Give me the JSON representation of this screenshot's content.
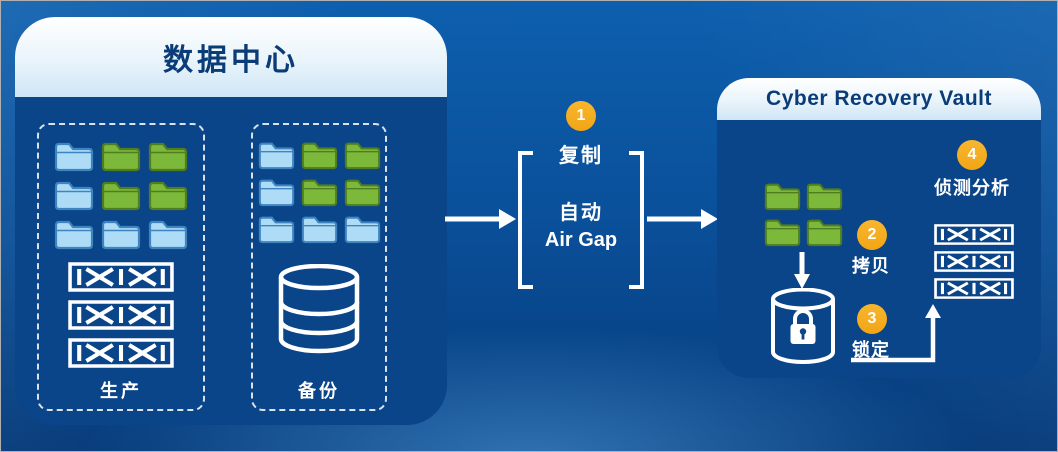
{
  "colors": {
    "background_top": "#0d5fae",
    "background_bottom": "#063b7a",
    "panel_body": "#0a4489",
    "header_text": "#0a3c78",
    "accent_orange": "#f2a516",
    "folder_blue": "#aedcf7",
    "folder_blue_border": "#3e85c0",
    "folder_green": "#7cb93a",
    "folder_green_border": "#4f7d1f",
    "line_white": "#ffffff"
  },
  "datacenter": {
    "title": "数据中心",
    "production": {
      "label": "生产",
      "folders": [
        "blue",
        "green",
        "green",
        "blue",
        "green",
        "green",
        "blue",
        "blue",
        "blue"
      ],
      "tape_count": 3
    },
    "backup": {
      "label": "备份",
      "folders": [
        "blue",
        "green",
        "green",
        "blue",
        "green",
        "green",
        "blue",
        "blue",
        "blue"
      ]
    }
  },
  "airgap": {
    "step_number": "1",
    "step_label": "复制",
    "caption_line1": "自动",
    "caption_line2": "Air Gap"
  },
  "vault": {
    "title": "Cyber Recovery Vault",
    "folders": [
      "green",
      "green",
      "green",
      "green"
    ],
    "steps": {
      "copy": {
        "number": "2",
        "label": "拷贝"
      },
      "lock": {
        "number": "3",
        "label": "锁定"
      },
      "analyze": {
        "number": "4",
        "label": "侦测分析"
      }
    },
    "tape_count": 3
  }
}
